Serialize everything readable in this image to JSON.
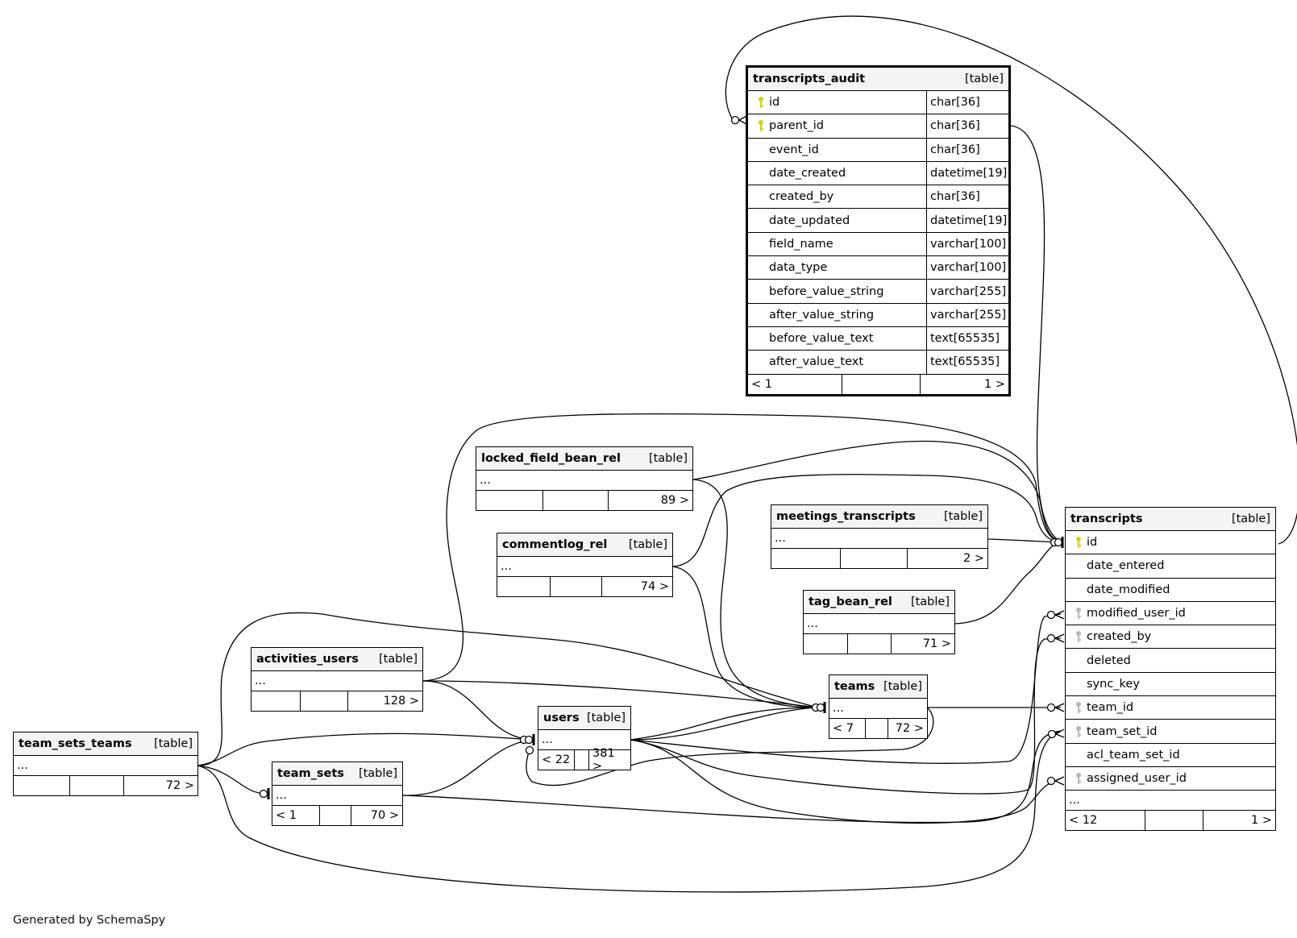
{
  "footer": "Generated by SchemaSpy",
  "tag_label": "[table]",
  "tables": {
    "transcripts_audit": {
      "name": "transcripts_audit",
      "columns": [
        {
          "name": "id",
          "type": "char[36]",
          "key": "primary"
        },
        {
          "name": "parent_id",
          "type": "char[36]",
          "key": "primary"
        },
        {
          "name": "event_id",
          "type": "char[36]",
          "key": ""
        },
        {
          "name": "date_created",
          "type": "datetime[19]",
          "key": ""
        },
        {
          "name": "created_by",
          "type": "char[36]",
          "key": ""
        },
        {
          "name": "date_updated",
          "type": "datetime[19]",
          "key": ""
        },
        {
          "name": "field_name",
          "type": "varchar[100]",
          "key": ""
        },
        {
          "name": "data_type",
          "type": "varchar[100]",
          "key": ""
        },
        {
          "name": "before_value_string",
          "type": "varchar[255]",
          "key": ""
        },
        {
          "name": "after_value_string",
          "type": "varchar[255]",
          "key": ""
        },
        {
          "name": "before_value_text",
          "type": "text[65535]",
          "key": ""
        },
        {
          "name": "after_value_text",
          "type": "text[65535]",
          "key": ""
        }
      ],
      "parents": "< 1",
      "rows": "",
      "children": "1 >"
    },
    "transcripts": {
      "name": "transcripts",
      "columns": [
        {
          "name": "id",
          "key": "primary"
        },
        {
          "name": "date_entered",
          "key": ""
        },
        {
          "name": "date_modified",
          "key": ""
        },
        {
          "name": "modified_user_id",
          "key": "foreign"
        },
        {
          "name": "created_by",
          "key": "foreign"
        },
        {
          "name": "deleted",
          "key": ""
        },
        {
          "name": "sync_key",
          "key": ""
        },
        {
          "name": "team_id",
          "key": "foreign"
        },
        {
          "name": "team_set_id",
          "key": "foreign"
        },
        {
          "name": "acl_team_set_id",
          "key": ""
        },
        {
          "name": "assigned_user_id",
          "key": "foreign"
        }
      ],
      "ellipsis": "...",
      "parents": "< 12",
      "rows": "",
      "children": "1 >"
    },
    "locked_field_bean_rel": {
      "name": "locked_field_bean_rel",
      "ellipsis": "...",
      "parents": "",
      "rows": "",
      "children": "89 >"
    },
    "commentlog_rel": {
      "name": "commentlog_rel",
      "ellipsis": "...",
      "parents": "",
      "rows": "",
      "children": "74 >"
    },
    "meetings_transcripts": {
      "name": "meetings_transcripts",
      "ellipsis": "...",
      "parents": "",
      "rows": "",
      "children": "2 >"
    },
    "tag_bean_rel": {
      "name": "tag_bean_rel",
      "ellipsis": "...",
      "parents": "",
      "rows": "",
      "children": "71 >"
    },
    "activities_users": {
      "name": "activities_users",
      "ellipsis": "...",
      "parents": "",
      "rows": "",
      "children": "128 >"
    },
    "teams": {
      "name": "teams",
      "ellipsis": "...",
      "parents": "< 7",
      "rows": "",
      "children": "72 >"
    },
    "users": {
      "name": "users",
      "ellipsis": "...",
      "parents": "< 22",
      "rows": "",
      "children": "381 >"
    },
    "team_sets_teams": {
      "name": "team_sets_teams",
      "ellipsis": "...",
      "parents": "",
      "rows": "",
      "children": "72 >"
    },
    "team_sets": {
      "name": "team_sets",
      "ellipsis": "...",
      "parents": "< 1",
      "rows": "",
      "children": "70 >"
    }
  },
  "colors": {
    "primary_key": "#d4d400",
    "foreign_key": "#b8b8b8",
    "header_bg": "#f4f4f4"
  }
}
